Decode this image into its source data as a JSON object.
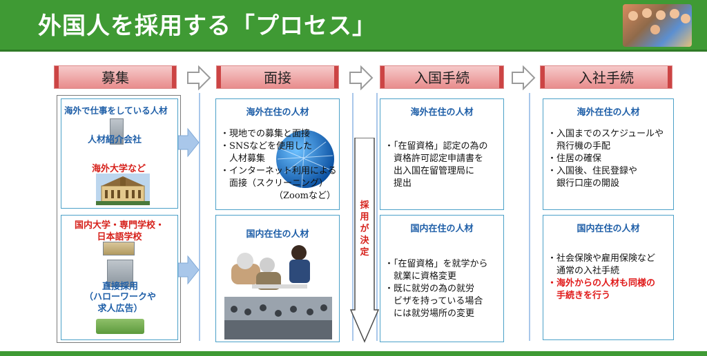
{
  "title": "外国人を採用する「プロセス」",
  "phases": [
    "募集",
    "面接",
    "入国手続",
    "入社手続"
  ],
  "recruit": {
    "overseas_heading": "海外で仕事をしている人材",
    "agency": "人材紹介会社",
    "overseas_univ": "海外大学など",
    "domestic_heading": "国内大学・専門学校・日本語学校",
    "direct_hire": "直接採用",
    "direct_hire_note": "（ハローワークや求人広告）"
  },
  "interview": {
    "overseas_heading": "海外在住の人材",
    "overseas_items": [
      "・現地での募集と面接",
      "・SNSなどを使用した",
      "　人材募集",
      "・インターネット利用による",
      "　面接（スクリーニング）",
      "（Zoomなど）"
    ],
    "domestic_heading": "国内在住の人材"
  },
  "decision": "採用が決定",
  "immigration": {
    "overseas_heading": "海外在住の人材",
    "overseas_items": [
      "・「在留資格」認定の為の",
      "　資格許可認定申請書を",
      "　出入国在留管理局に",
      "　提出"
    ],
    "domestic_heading": "国内在住の人材",
    "domestic_items": [
      "・「在留資格」を就学から",
      "　就業に資格変更",
      "・既に就労の為の就労",
      "　ビザを持っている場合",
      "　には就労場所の変更"
    ]
  },
  "onboarding": {
    "overseas_heading": "海外在住の人材",
    "overseas_items": [
      "・入国までのスケジュールや",
      "　飛行機の手配",
      "・住居の確保",
      "・入国後、住民登録や",
      "　銀行口座の開設"
    ],
    "domestic_heading": "国内在住の人材",
    "domestic_items": [
      "・社会保険や雇用保険など",
      "　通常の入社手続"
    ],
    "domestic_note": [
      "・海外からの人材も同様の",
      "　手続きを行う"
    ]
  },
  "colors": {
    "header": "#3f9a34",
    "accent_blue": "#1f5fa8",
    "accent_red": "#e01b1b"
  }
}
